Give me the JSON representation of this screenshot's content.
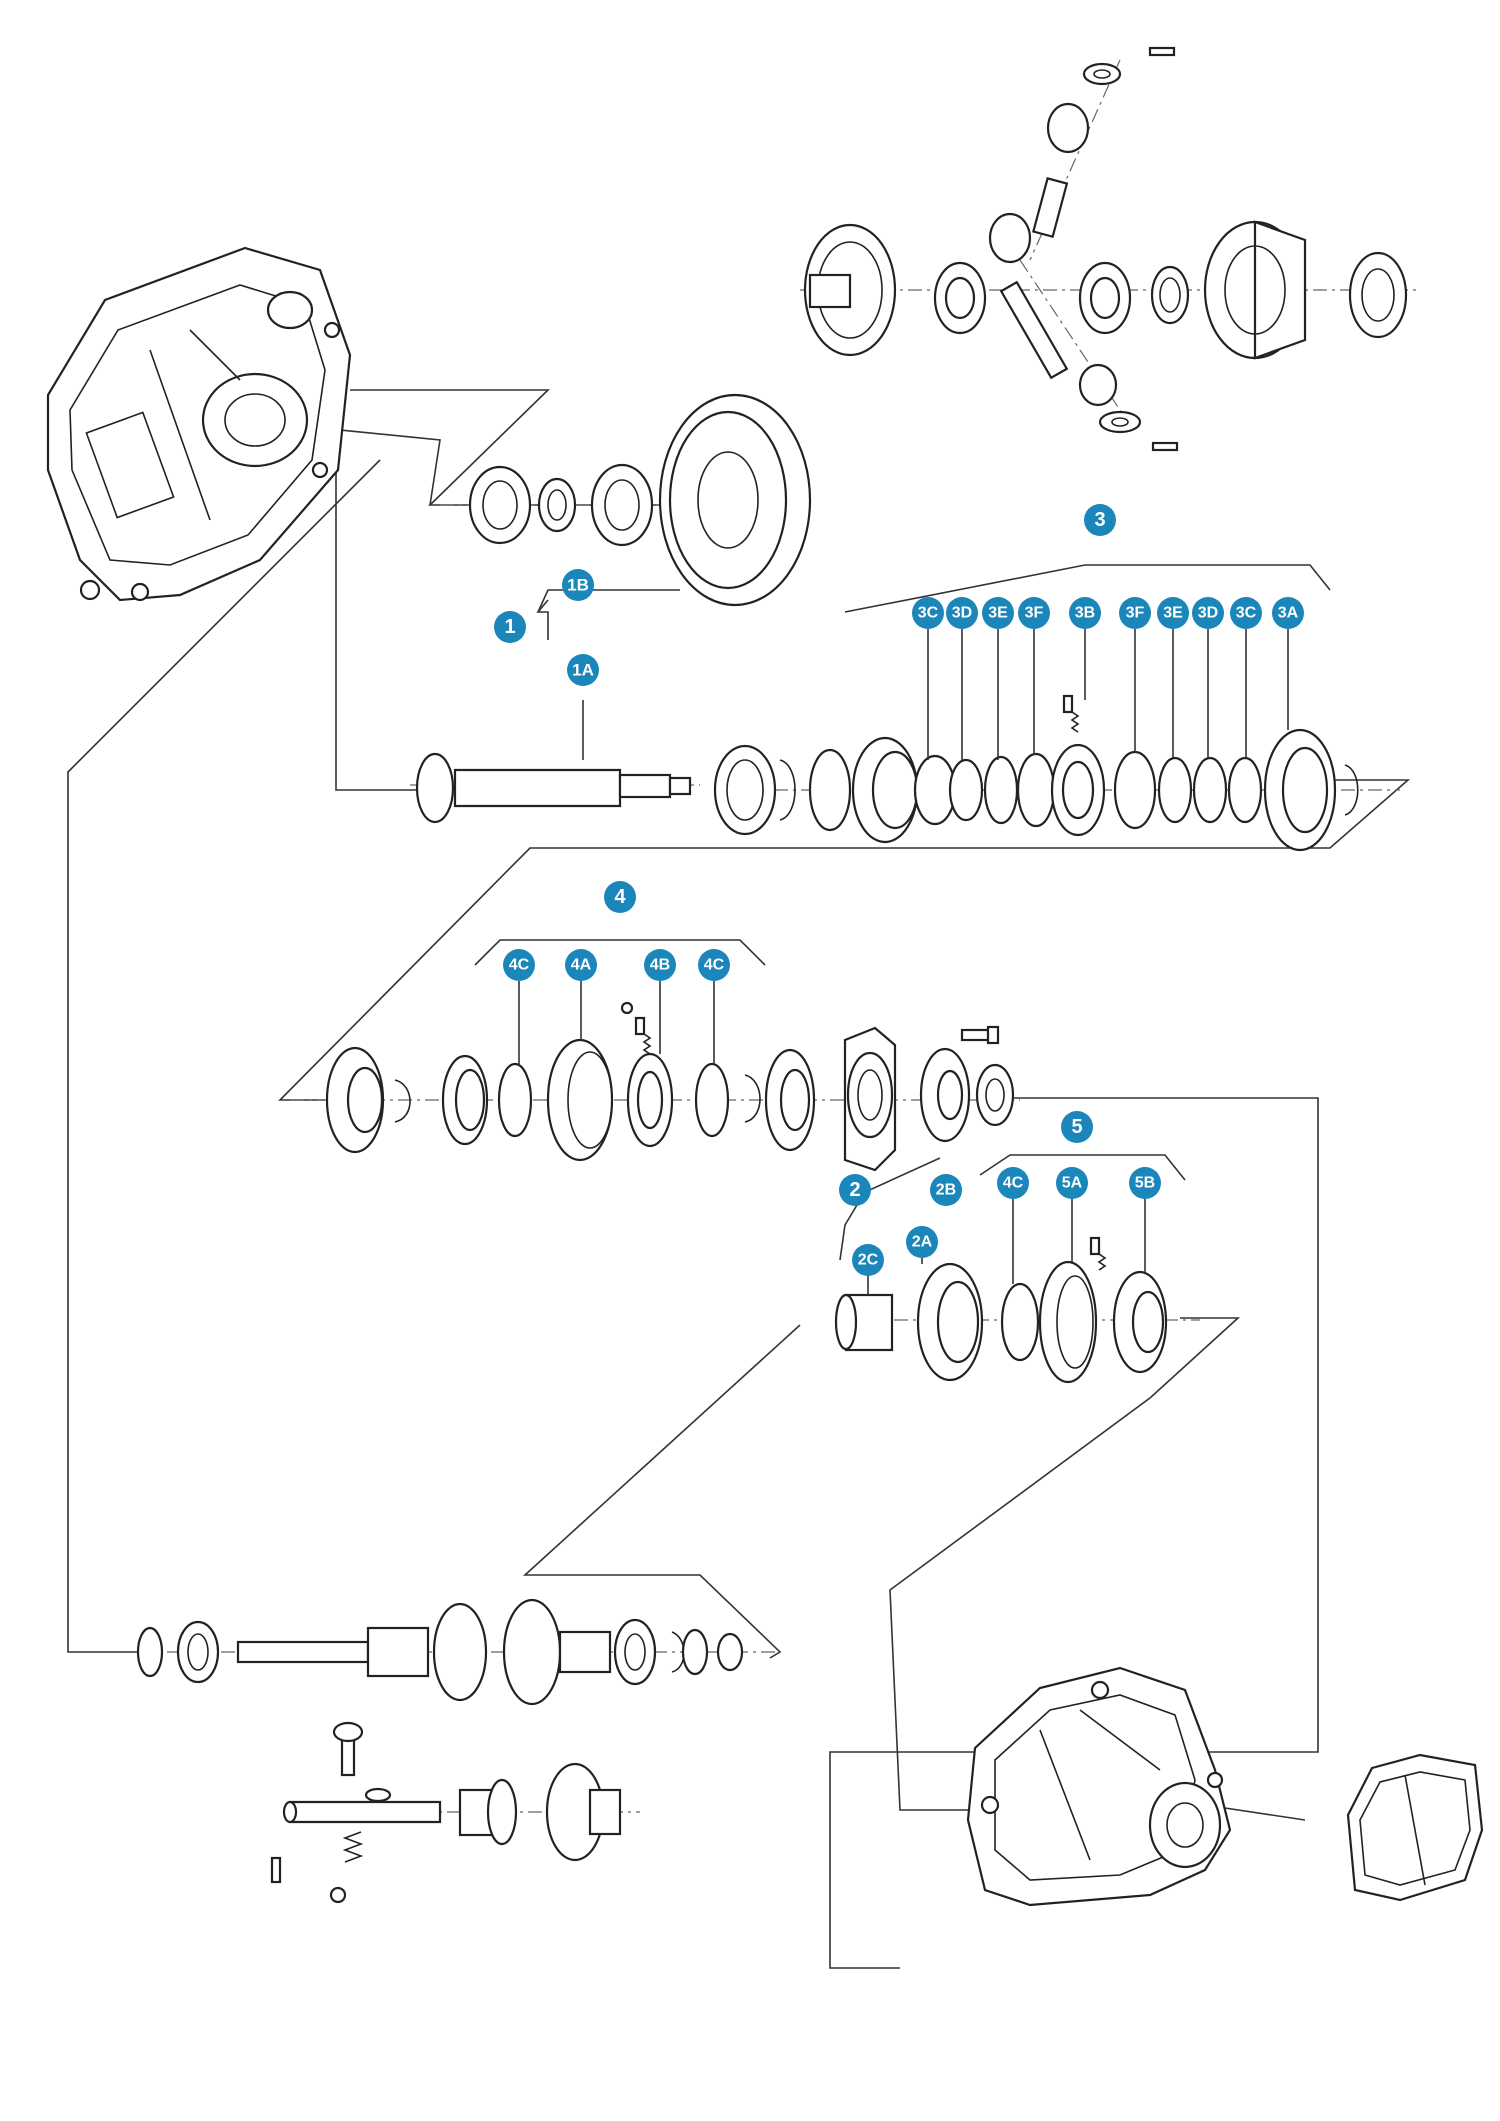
{
  "colors": {
    "badge": "#1b86b9",
    "badge_text": "#ffffff",
    "line": "#222222",
    "background": "#ffffff"
  },
  "callouts": {
    "c1": "1",
    "c1A": "1A",
    "c1B": "1B",
    "c2": "2",
    "c2A": "2A",
    "c2B": "2B",
    "c2C": "2C",
    "c3": "3",
    "c3A": "3A",
    "c3B": "3B",
    "c3C": "3C",
    "c3D": "3D",
    "c3E": "3E",
    "c3F": "3F",
    "c4": "4",
    "c4A": "4A",
    "c4B": "4B",
    "c4C": "4C",
    "c5": "5",
    "c5A": "5A",
    "c5B": "5B"
  },
  "parts": [
    "clutch-housing",
    "differential-assembly",
    "final-drive-assembly",
    "input-shaft-assembly",
    "main-shaft-assembly",
    "reverse-assembly",
    "output-gear-assembly",
    "counter-shaft-assembly",
    "reverse-idler-assembly",
    "transmission-case",
    "end-cover"
  ]
}
